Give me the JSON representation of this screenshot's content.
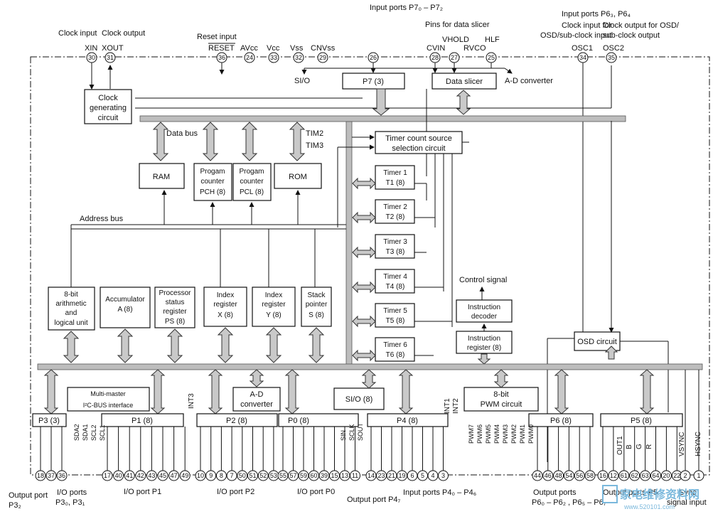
{
  "top_labels": {
    "clock_input": "Clock input",
    "clock_output": "Clock output",
    "reset_input": "Reset input",
    "input_ports_p7": "Input ports P7₀ – P7₂",
    "pins_data_slicer": "Pins for data slicer",
    "input_ports_p6": "Input ports P6₃, P6₄",
    "clock_input_osd_1": "Clock input for",
    "clock_input_osd_2": "OSD/sub-clock input",
    "clock_output_osd_1": "Clock output for OSD/",
    "clock_output_osd_2": "sub-clock output"
  },
  "pin_names": {
    "xin": "XIN",
    "xout": "XOUT",
    "reset": "RESET",
    "avcc": "AVcc",
    "vcc": "Vcc",
    "vss": "Vss",
    "cnvss": "CNVss",
    "cvin": "CVIN",
    "vhold": "VHOLD",
    "rvco": "RVCO",
    "hlf": "HLF",
    "osc1": "OSC1",
    "osc2": "OSC2"
  },
  "top_pins": [
    "30",
    "31",
    "36",
    "24",
    "33",
    "32",
    "29",
    "26",
    "28",
    "27",
    "25",
    "34",
    "35"
  ],
  "blocks": {
    "clock_gen": [
      "Clock",
      "generating",
      "circuit"
    ],
    "p7": "P7 (3)",
    "data_slicer": "Data slicer",
    "si_o_label": "SI/O",
    "ad_conv_label": "A-D converter",
    "data_bus": "Data bus",
    "tim2": "TIM2",
    "tim3": "TIM3",
    "ram": "RAM",
    "pch": [
      "Progam",
      "counter",
      "PCH (8)"
    ],
    "pcl": [
      "Progam",
      "counter",
      "PCL (8)"
    ],
    "rom": "ROM",
    "timer_src": [
      "Timer count source",
      "selection circuit"
    ],
    "timers": [
      [
        "Timer 1",
        "T1 (8)"
      ],
      [
        "Timer 2",
        "T2 (8)"
      ],
      [
        "Timer 3",
        "T3 (8)"
      ],
      [
        "Timer 4",
        "T4 (8)"
      ],
      [
        "Timer 5",
        "T5 (8)"
      ],
      [
        "Timer 6",
        "T6 (8)"
      ]
    ],
    "address_bus": "Address bus",
    "alu": [
      "8-bit",
      "arithmetic",
      "and",
      "logical unit"
    ],
    "acc": [
      "Accumulator",
      "A (8)"
    ],
    "ps": [
      "Processor",
      "status",
      "register",
      "PS (8)"
    ],
    "x": [
      "Index",
      "register",
      "X (8)"
    ],
    "y": [
      "Index",
      "register",
      "Y (8)"
    ],
    "s": [
      "Stack",
      "pointer",
      "S (8)"
    ],
    "control_signal": "Control signal",
    "instr_dec": [
      "Instruction",
      "decoder"
    ],
    "instr_reg": [
      "Instruction",
      "register (8)"
    ],
    "osd": "OSD circuit",
    "i2c": [
      "Multi-master",
      "I²C-BUS interface"
    ],
    "ad_conv": [
      "A-D",
      "converter"
    ],
    "sio": "SI/O (8)",
    "pwm": [
      "8-bit",
      "PWM circuit"
    ],
    "int3": "INT3",
    "int1": "INT1",
    "int2": "INT2"
  },
  "ports": {
    "p3": "P3 (3)",
    "p1": "P1 (8)",
    "p2": "P2 (8)",
    "p0": "P0 (8)",
    "p4": "P4 (8)",
    "p6": "P6 (8)",
    "p5": "P5 (8)"
  },
  "vertical_signals": {
    "i2c": [
      "SDA2",
      "SDA1",
      "SCL2",
      "SCL1"
    ],
    "sio": [
      "SIN",
      "SCLK",
      "SOUT"
    ],
    "pwm": [
      "PWM7",
      "PWM6",
      "PWM5",
      "PWM4",
      "PWM3",
      "PWM2",
      "PWM1",
      "PWM0"
    ],
    "osd": [
      "OUT1",
      "B",
      "G",
      "R"
    ],
    "sync": [
      "VSYNC",
      "HSYNC"
    ]
  },
  "bottom_pins": {
    "p3": [
      "18",
      "37",
      "36"
    ],
    "p1": [
      "17",
      "40",
      "41",
      "42",
      "43",
      "45",
      "47",
      "49"
    ],
    "p2": [
      "10",
      "9",
      "8",
      "7",
      "50",
      "51",
      "52",
      "53"
    ],
    "p0": [
      "55",
      "57",
      "59",
      "60",
      "39",
      "15",
      "13",
      "11"
    ],
    "p4": [
      "14",
      "23",
      "21",
      "19",
      "6",
      "5",
      "4",
      "3"
    ],
    "p6": [
      "44",
      "46",
      "48",
      "54",
      "56",
      "58"
    ],
    "p5": [
      "16",
      "12",
      "61",
      "62",
      "63",
      "64",
      "20",
      "22"
    ],
    "sync": [
      "2",
      "1"
    ]
  },
  "bottom_labels": {
    "p3_out_1": "Output port",
    "p3_out_2": "P3₂",
    "p3_io_1": "I/O ports",
    "p3_io_2": "P3₀, P3₁",
    "p1": "I/O port P1",
    "p2": "I/O port P2",
    "p0": "I/O port P0",
    "p47": "Output port P4₇",
    "p40": "Input ports P4₀ – P4₆",
    "p6_1": "Output ports",
    "p6_2": "P6₀ – P6₂ , P6₅ – P6₇",
    "p5": "Output ports P5",
    "sync_1": "Sync",
    "sync_2": "signal input"
  },
  "watermark": {
    "main": "家电维修资料网",
    "sub": "www.520101.com"
  }
}
